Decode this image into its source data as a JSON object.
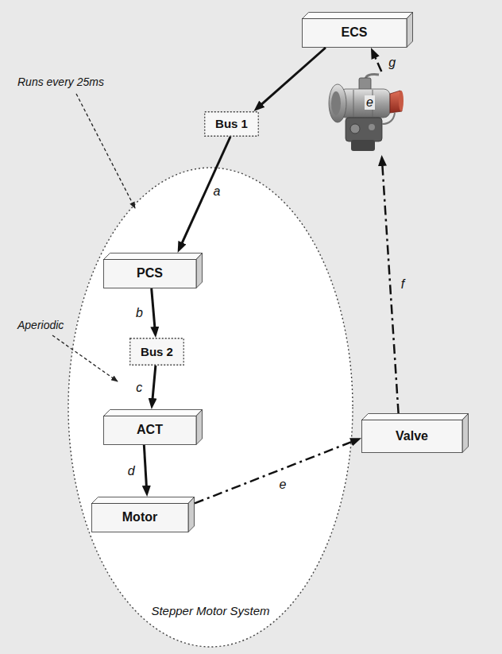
{
  "diagram": {
    "nodes": [
      {
        "text": [
          "ECS"
        ]
      },
      {
        "text": [
          "e"
        ]
      },
      {
        "text": [
          "Bus 1"
        ]
      },
      {
        "text": [
          "Stepper Motor System"
        ]
      },
      {
        "text": [
          "PCS"
        ],
        "in": 3
      },
      {
        "text": [
          "Bus 2"
        ],
        "in": 3
      },
      {
        "text": [
          "ACT"
        ],
        "in": 3
      },
      {
        "text": [
          "Motor"
        ],
        "in": 3
      },
      {
        "text": [
          "Valve"
        ]
      }
    ],
    "edges": [
      {
        "from": 0,
        "to": 2,
        "arrow": "to"
      },
      {
        "from": 2,
        "to": 4,
        "label": "a",
        "arrow": "to"
      },
      {
        "from": 4,
        "to": 5,
        "label": "b",
        "arrow": "to"
      },
      {
        "from": 5,
        "to": 6,
        "label": "c",
        "arrow": "to"
      },
      {
        "from": 6,
        "to": 7,
        "label": "d",
        "arrow": "to"
      },
      {
        "from": 7,
        "to": 8,
        "label": "e",
        "arrow": "to"
      },
      {
        "from": 8,
        "to": 1,
        "label": "f",
        "arrow": "to"
      },
      {
        "from": 1,
        "to": 0,
        "label": "g",
        "arrow": "to"
      }
    ],
    "labels": [
      "Runs every 25ms",
      "Aperiodic"
    ]
  }
}
